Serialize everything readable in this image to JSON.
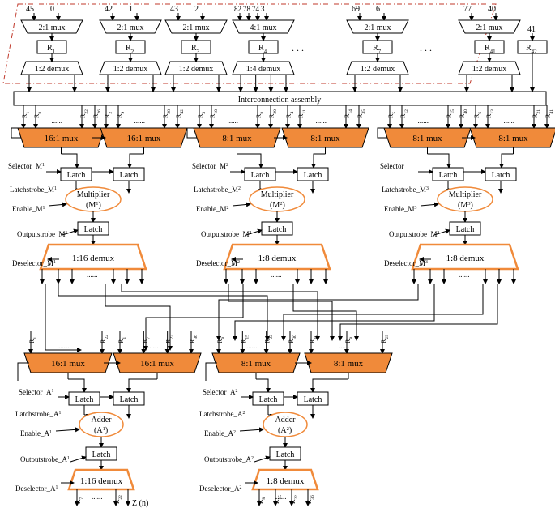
{
  "top_muxes": [
    {
      "inputs": [
        "45",
        "0"
      ],
      "input_colors": [
        "#000000",
        "#000000"
      ],
      "mux": "2:1 mux",
      "reg": "R",
      "reg_sub": "1",
      "demux": "1:2 demux"
    },
    {
      "inputs": [
        "42",
        "1"
      ],
      "input_colors": [
        "#c0392b",
        "#000000"
      ],
      "mux": "2:1 mux",
      "reg": "R",
      "reg_sub": "2",
      "demux": "1:2 demux"
    },
    {
      "inputs": [
        "43",
        "2"
      ],
      "input_colors": [
        "#000000",
        "#000000"
      ],
      "mux": "2:1 mux",
      "reg": "R",
      "reg_sub": "3",
      "demux": "1:2 demux"
    },
    {
      "inputs": [
        "82",
        "78",
        "74",
        "3"
      ],
      "input_colors": [
        "#c0392b",
        "#c0392b",
        "#c0392b",
        "#000000"
      ],
      "mux": "4:1 mux",
      "reg": "R",
      "reg_sub": "4",
      "demux": "1:4 demux"
    },
    {
      "inputs": [
        "69",
        "6"
      ],
      "input_colors": [
        "#c0392b",
        "#000000"
      ],
      "mux": "2:1 mux",
      "reg": "R",
      "reg_sub": "7",
      "demux": "1:2 demux"
    },
    {
      "inputs": [
        "77",
        "40"
      ],
      "input_colors": [
        "#c0392b",
        "#000000"
      ],
      "mux": "2:1 mux",
      "reg": "R",
      "reg_sub": "41",
      "demux": "1:2 demux"
    }
  ],
  "standalone_reg": {
    "input": "41",
    "reg": "R",
    "reg_sub": "42"
  },
  "ellipsis": ". . .",
  "interconnect_label": "Interconnection assembly",
  "mult_sections": [
    {
      "muxes": [
        "16:1 mux",
        "16:1 mux"
      ],
      "mux_inputs": [
        [
          "1",
          "8",
          "22",
          "26"
        ],
        [
          "2",
          "9",
          "28",
          "42"
        ]
      ],
      "selector": "Selector_M",
      "selector_sup": "1",
      "latchstrobe": "Latchstrobe_M",
      "latchstrobe_sup": "1",
      "enable": "Enable_M",
      "enable_sup": "1",
      "op_name": "Multiplier",
      "op_sym": "M",
      "op_sup": "1",
      "outputstrobe": "Outputstrobe_M",
      "outputstrobe_sup": "1",
      "deselector": "Deselector_M",
      "deselector_sup": "1",
      "demux": "1:16 demux"
    },
    {
      "muxes": [
        "8:1 mux",
        "8:1 mux"
      ],
      "mux_inputs": [
        [
          "3",
          "10",
          "8",
          "29"
        ],
        [
          "4",
          "11",
          "14",
          "35"
        ]
      ],
      "selector": "Selector_M",
      "selector_sup": "2",
      "latchstrobe": "Latchstrobe_M",
      "latchstrobe_sup": "2",
      "enable": "Enable_M",
      "enable_sup": "2",
      "op_name": "Multiplier",
      "op_sym": "M",
      "op_sup": "2",
      "outputstrobe": "Outputstrobe_M",
      "outputstrobe_sup": "2",
      "deselector": "Deselector_M",
      "deselector_sup": "2",
      "demux": "1:8 demux"
    },
    {
      "muxes": [
        "8:1 mux",
        "8:1 mux"
      ],
      "mux_inputs": [
        [
          "5",
          "12",
          "15",
          "40"
        ],
        [
          "6",
          "13",
          "21",
          "41"
        ]
      ],
      "selector": "Selector",
      "selector_sup": "",
      "latchstrobe": "Latchstrobe_M",
      "latchstrobe_sup": "3",
      "enable": "Enable_M",
      "enable_sup": "3",
      "op_name": "Multiplier",
      "op_sym": "M",
      "op_sup": "3",
      "outputstrobe": "Outputstrobe_M",
      "outputstrobe_sup": "3",
      "deselector": "Deselector_M",
      "deselector_sup": "3",
      "demux": "1:8 demux"
    }
  ],
  "add_sections": [
    {
      "muxes": [
        "16:1 mux",
        "16:1 mux"
      ],
      "mux_inputs": [
        [
          "1",
          "22"
        ],
        [
          "1",
          "7",
          "22",
          "36"
        ]
      ],
      "selector": "Selector_A",
      "selector_sup": "1",
      "latchstrobe": "Latchstrobe_A",
      "latchstrobe_sup": "1",
      "enable": "Enable_A",
      "enable_sup": "1",
      "op_name": "Adder",
      "op_sym": "A",
      "op_sup": "1",
      "outputstrobe": "Outputstrobe_A",
      "outputstrobe_sup": "1",
      "deselector": "Deselector_A",
      "deselector_sup": "1",
      "demux": "1:16 demux",
      "outputs": [
        "7",
        "22"
      ],
      "final_output": "Z (n)"
    },
    {
      "muxes": [
        "8:1 mux",
        "8:1 mux"
      ],
      "mux_inputs": [
        [
          "8",
          "15",
          "22",
          "30"
        ],
        [
          "10",
          "8",
          "29"
        ]
      ],
      "selector": "Selector_A",
      "selector_sup": "2",
      "latchstrobe": "Latchstrobe_A",
      "latchstrobe_sup": "2",
      "enable": "Enable_A",
      "enable_sup": "2",
      "op_name": "Adder",
      "op_sym": "A",
      "op_sup": "2",
      "outputstrobe": "Outputstrobe_A",
      "outputstrobe_sup": "2",
      "deselector": "Deselector_A",
      "deselector_sup": "2",
      "demux": "1:8 demux",
      "outputs": [
        "8",
        "15",
        "22",
        "36"
      ]
    }
  ],
  "latch_label": "Latch",
  "reg_letter": "R",
  "dots": "......",
  "colors": {
    "accent": "#f08a3a",
    "red": "#c0392b",
    "line": "#000000"
  }
}
